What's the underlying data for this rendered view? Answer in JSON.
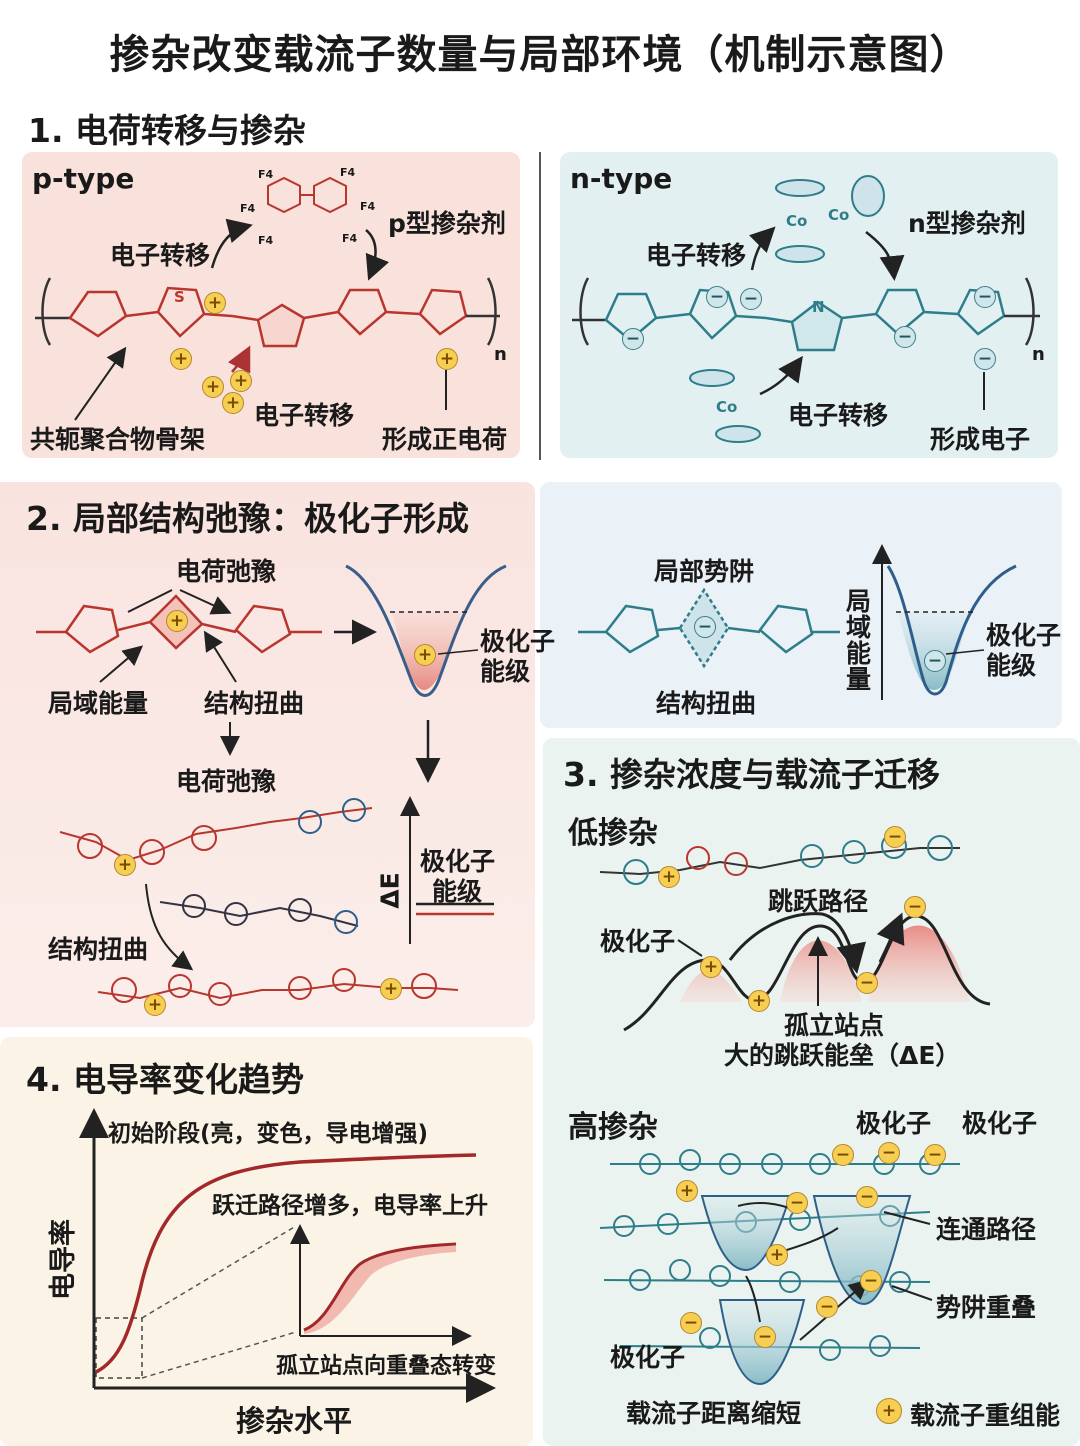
{
  "title": "掺杂改变载流子数量与局部环境（机制示意图）",
  "section1": {
    "heading": "1. 电荷转移与掺杂",
    "p_type": {
      "label": "p-type",
      "dopant": "p型掺杂剂",
      "transfer_top": "电子转移",
      "transfer_bottom": "电子转移",
      "backbone": "共轭聚合物骨架",
      "charge": "形成正电荷",
      "f_labels": [
        "F4",
        "F4",
        "F4",
        "F4",
        "F4",
        "F4"
      ],
      "s_label": "S",
      "n_label": "n"
    },
    "n_type": {
      "label": "n-type",
      "dopant": "n型掺杂剂",
      "transfer_top": "电子转移",
      "transfer_bottom": "电子转移",
      "charge": "形成电子",
      "co_label": "Co",
      "n_label": "n",
      "nitrogen": "N"
    }
  },
  "section2": {
    "heading": "2. 局部结构弛豫：极化子形成",
    "left": {
      "relax": "电荷弛豫",
      "local_energy": "局域能量",
      "twist": "结构扭曲",
      "level": [
        "极化子",
        "能级"
      ],
      "relax2": "电荷弛豫",
      "twist2": "结构扭曲",
      "delta_e": "ΔE",
      "level2": [
        "极化子",
        "能级"
      ]
    },
    "right": {
      "well": "局部势阱",
      "twist": "结构扭曲",
      "axis": [
        "局",
        "域",
        "能",
        "量"
      ],
      "level": [
        "极化子",
        "能级"
      ]
    }
  },
  "section3": {
    "heading": "3. 掺杂浓度与载流子迁移",
    "low": "低掺杂",
    "hopping": "跳跃路径",
    "polaron": "极化子",
    "isolated": "孤立站点",
    "barrier": "大的跳跃能垒（ΔE）",
    "high": "高掺杂",
    "polaron_a": "极化子",
    "polaron_b": "极化子",
    "connected": "连通路径",
    "overlap": "势阱重叠",
    "polaron_c": "极化子",
    "distance": "载流子距离缩短",
    "legend": "载流子重组能"
  },
  "section4": {
    "heading": "4. 电导率变化趋势",
    "ylabel": "电导率",
    "xlabel": "掺杂水平",
    "note1": "初始阶段(亮，变色，导电增强)",
    "note2": "跃迁路径增多，电导率上升",
    "note3": "孤立站点向重叠态转变"
  },
  "colors": {
    "p_panel": "#f9e1dc",
    "n_panel": "#e3f0f2",
    "red": "#b8362e",
    "teal": "#2e7d8a",
    "charge_fill": "#f6cf52"
  },
  "symbols": {
    "plus": "+",
    "minus": "−"
  }
}
